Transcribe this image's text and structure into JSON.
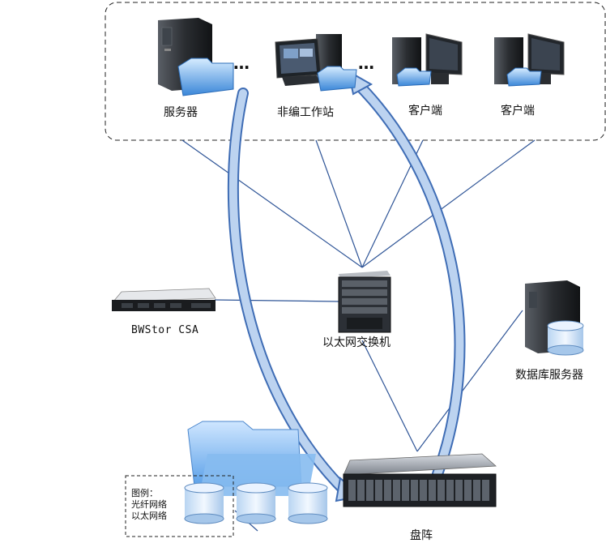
{
  "nodes": {
    "server": "服务器",
    "editing_workstation": "非编工作站",
    "client_1": "客户端",
    "client_2": "客户端",
    "bwstor": "BWStor CSA",
    "ethernet_switch": "以太网交换机",
    "db_server": "数据库服务器",
    "disk_array": "盘阵"
  },
  "ellipsis_1": "…",
  "ellipsis_2": "…",
  "legend": {
    "title": "图例：",
    "fiber": "光纤网络",
    "ethernet": "以太网络"
  },
  "colors": {
    "fiber_arrow": "#5b82c4",
    "ethernet_line": "#2f5597",
    "folder_blue": "#4a90d9"
  }
}
